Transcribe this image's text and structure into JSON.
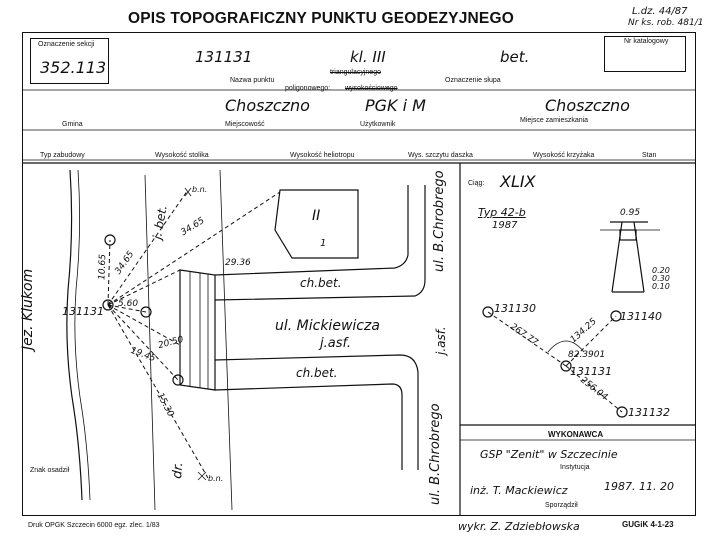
{
  "header": {
    "title": "OPIS TOPOGRAFICZNY PUNKTU GEODEZYJNEGO",
    "ref_line1": "L.dz. 44/87",
    "ref_line2": "Nr ks. rob. 481/1"
  },
  "row1": {
    "section_label": "Oznaczenie sekcji",
    "section_value": "352.113",
    "point_number": "131131",
    "point_class": "kl. III",
    "point_type_struck": "triangulacyjnego",
    "point_type_struck2": "wysokościowego",
    "point_type_label": "poligonowego:",
    "post_value": "bet.",
    "catalog_label": "Nr katalogowy",
    "name_label": "Nazwa punktu",
    "post_label": "Oznaczenie słupa"
  },
  "row2": {
    "locality_value": "Choszczno",
    "user_value": "PGK i M",
    "residence_value": "Choszczno",
    "gmina_label": "Gmina",
    "locality_label": "Miejscowość",
    "user_label": "Użytkownik",
    "residence_label": "Miejsce zamieszkania"
  },
  "row3": {
    "labels": [
      "Typ zabudowy",
      "Wysokość stolika",
      "Wysokość heliotropu",
      "Wys. szczytu daszka",
      "Wysokość krzyżaka",
      "Stan"
    ]
  },
  "sketch": {
    "point_label": "131131",
    "lake": "Jez. Klukom",
    "building_number": "II",
    "building_sub": "1",
    "street1": "ul. Mickiewicza",
    "street1_surface": "j.asf.",
    "street2_top": "ul. B.Chrobrego",
    "street2_bottom": "ul. B.Chrobrego",
    "street2_surface": "j.asf.",
    "sidewalk_top": "ch.bet.",
    "sidewalk_bottom": "ch.bet.",
    "road_dr": "dr.",
    "road_surface": "j. bet.",
    "marker": "b.n.",
    "marker2": "b.n.",
    "dist_1": "34.65",
    "dist_2": "34.65",
    "dist_3": "10.65",
    "dist_4": "29.36",
    "dist_5": "5.60",
    "dist_6": "20.50",
    "dist_7": "19.45",
    "dist_8": "15.30",
    "note": "Znak osadził"
  },
  "right_panel": {
    "ciag_label": "Ciąg:",
    "ciag_value": "XLIX",
    "type_value": "Typ 42-b",
    "type_year": "1987",
    "dim_top": "0.95",
    "dim_a": "0.20",
    "dim_b": "0.30",
    "dim_c": "0.10",
    "pt_a": "131130",
    "pt_b": "131140",
    "pt_c": "131131",
    "pt_d": "131132",
    "angle": "82.3901",
    "seg_1": "267.77",
    "seg_2": "134.25",
    "seg_3": "256.04"
  },
  "executor": {
    "header": "WYKONAWCA",
    "company": "GSP \"Zenit\" w Szczecinie",
    "institution_label": "Instytucja",
    "person": "inż. T. Mackiewicz",
    "date": "1987. 11. 20",
    "prepared_label": "Sporządził"
  },
  "footer": {
    "print_info": "Druk OPGK Szczecin 6000 egz. zlec. 1/83",
    "drawn_by": "wykr. Z. Zdziebłowska",
    "form_code": "GUGiK 4-1-23"
  }
}
